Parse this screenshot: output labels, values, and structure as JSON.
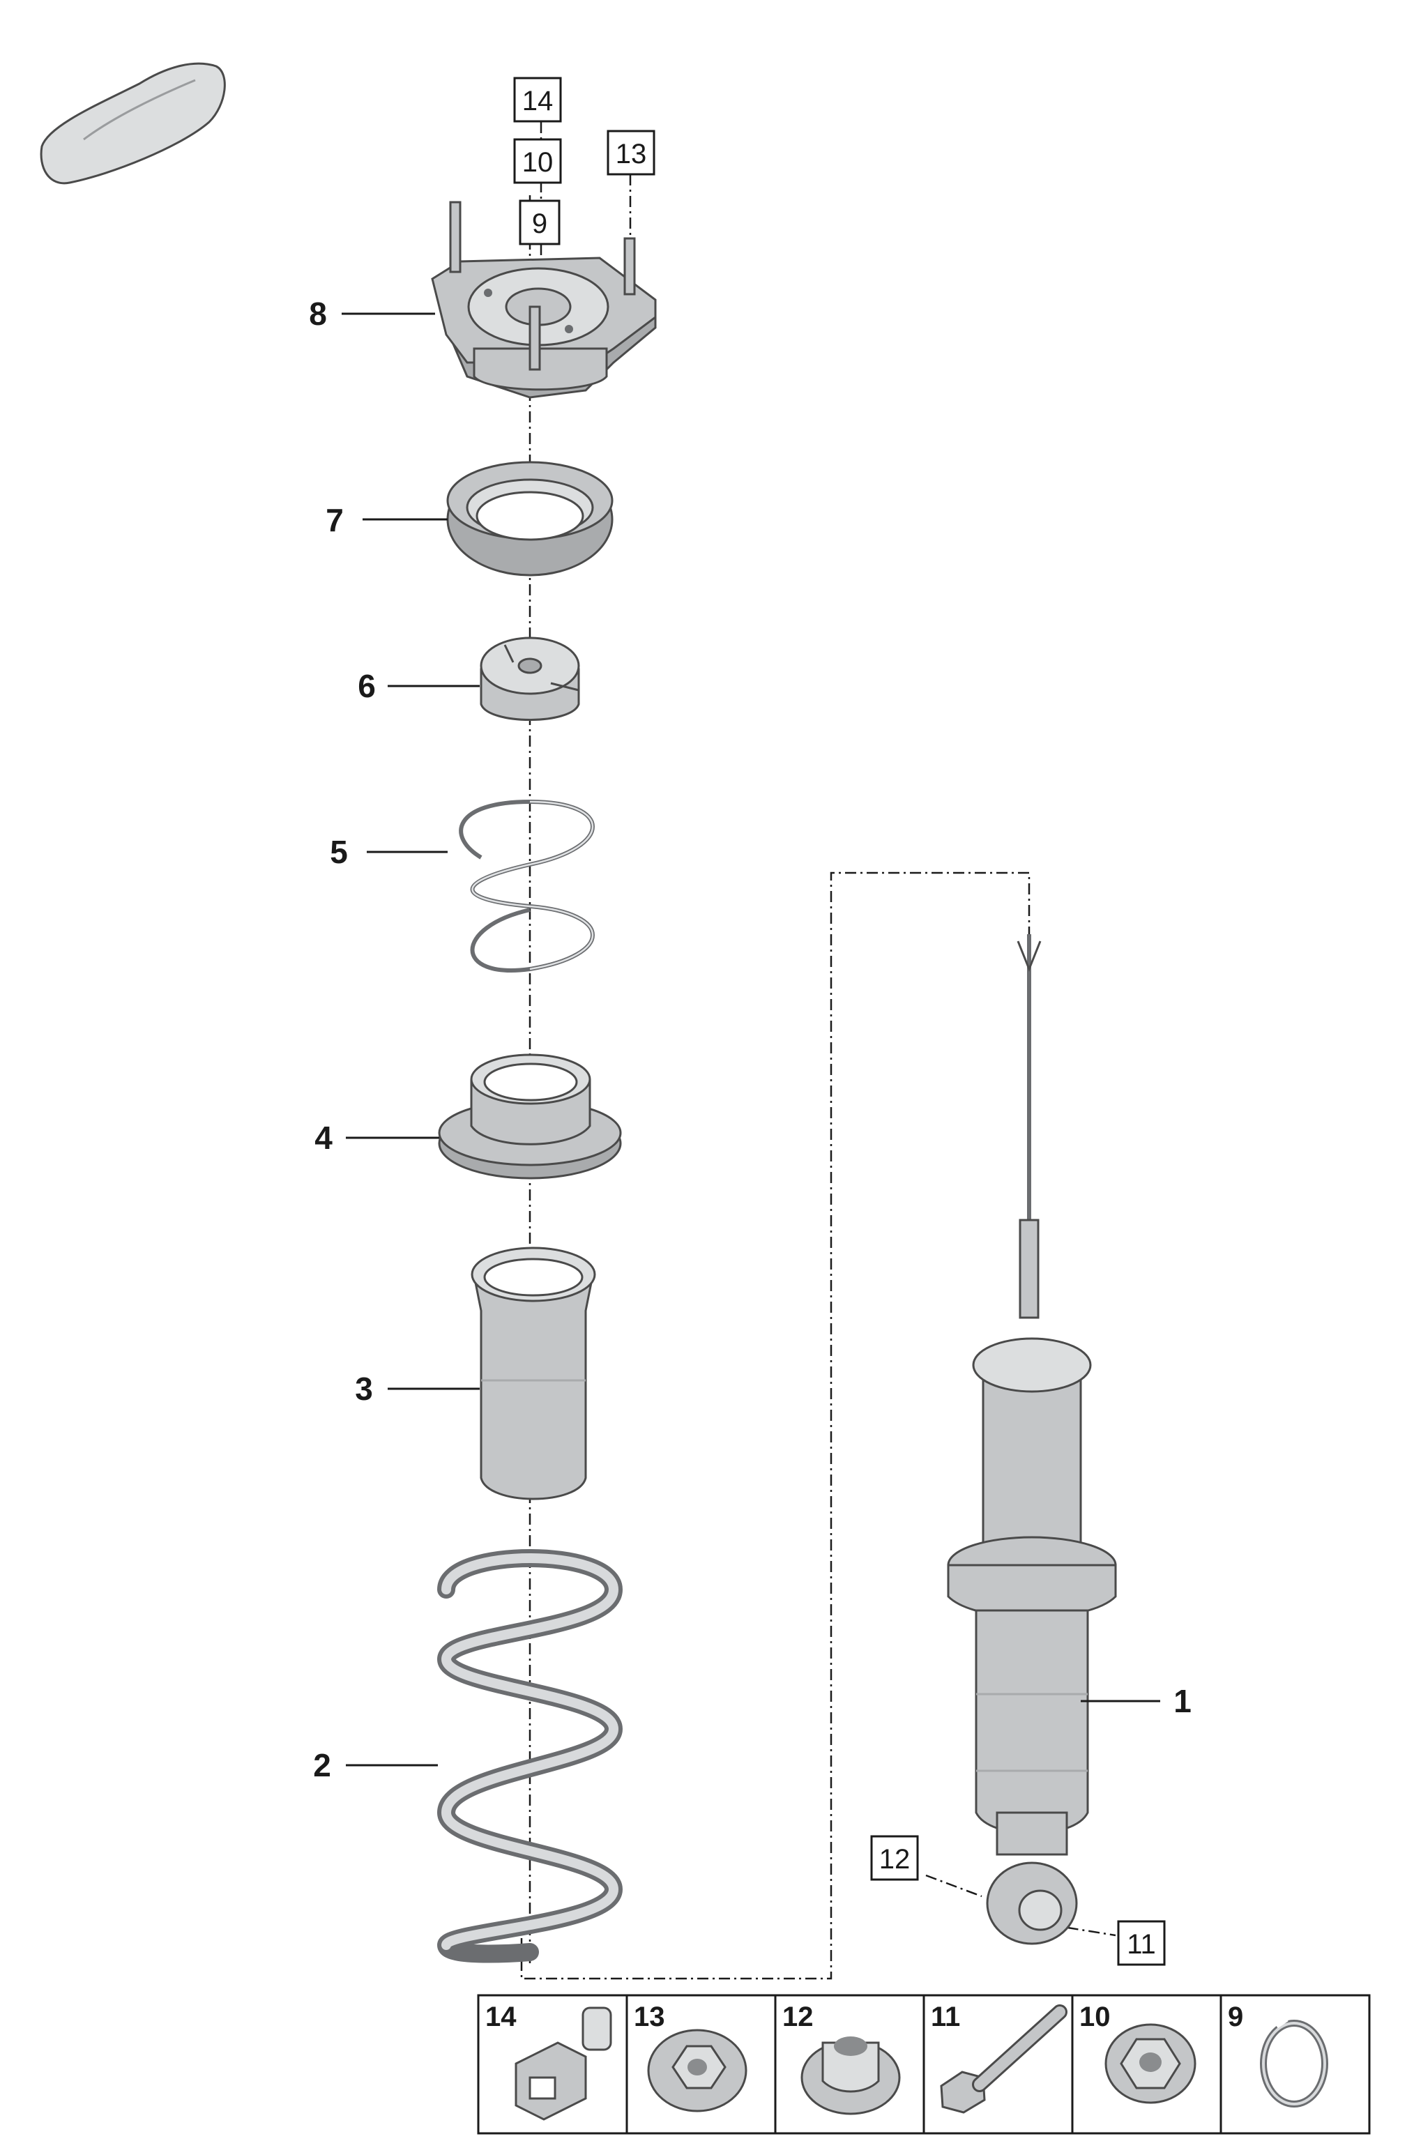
{
  "callouts": [
    "1",
    "2",
    "3",
    "4",
    "5",
    "6",
    "7",
    "8"
  ],
  "boxed_refs": [
    "14",
    "10",
    "9",
    "13",
    "12",
    "11"
  ],
  "legend": [
    {
      "num": "14",
      "part": "connector-icon"
    },
    {
      "num": "13",
      "part": "flange-nut-icon"
    },
    {
      "num": "12",
      "part": "collar-nut-icon"
    },
    {
      "num": "11",
      "part": "bolt-icon"
    },
    {
      "num": "10",
      "part": "washer-nut-icon"
    },
    {
      "num": "9",
      "part": "snap-ring-icon"
    }
  ],
  "colors": {
    "part": "#c4c6c8",
    "outline": "#4a4a4a",
    "text": "#1a1a1a"
  }
}
